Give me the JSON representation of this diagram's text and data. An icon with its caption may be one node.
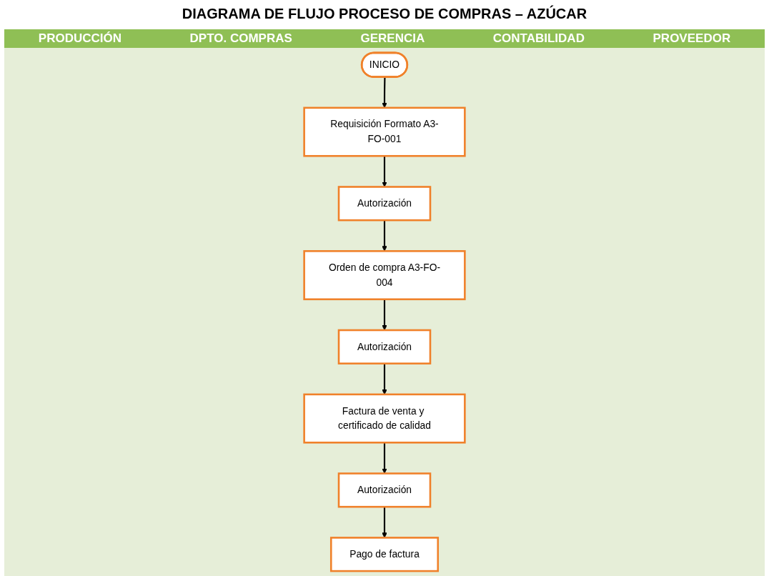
{
  "diagram": {
    "title": "DIAGRAMA DE FLUJO PROCESO DE COMPRAS – AZÚCAR",
    "nodes": [
      {
        "text": [
          "INICIO"
        ]
      },
      {
        "text": [
          "Requisición Formato A3-FO-001"
        ]
      },
      {
        "text": [
          "Autorización"
        ]
      },
      {
        "text": [
          "Orden de compra A3-FO-004"
        ]
      },
      {
        "text": [
          "Autorización"
        ]
      },
      {
        "text": [
          "Factura de venta y certificado de calidad"
        ]
      },
      {
        "text": [
          "Autorización"
        ]
      },
      {
        "text": [
          "Pago de factura"
        ]
      }
    ],
    "edges": [
      {
        "from": 0,
        "to": 1,
        "arrow": "to"
      },
      {
        "from": 1,
        "to": 2,
        "arrow": "to"
      },
      {
        "from": 2,
        "to": 3,
        "arrow": "to"
      },
      {
        "from": 3,
        "to": 4,
        "arrow": "to"
      },
      {
        "from": 4,
        "to": 5,
        "arrow": "to"
      },
      {
        "from": 5,
        "to": 6,
        "arrow": "to"
      },
      {
        "from": 6,
        "to": 7,
        "arrow": "to"
      }
    ],
    "labels": [
      "PRODUCCIÓN",
      "DPTO. COMPRAS",
      "GERENCIA",
      "CONTABILIDAD",
      "PROVEEDOR"
    ]
  }
}
